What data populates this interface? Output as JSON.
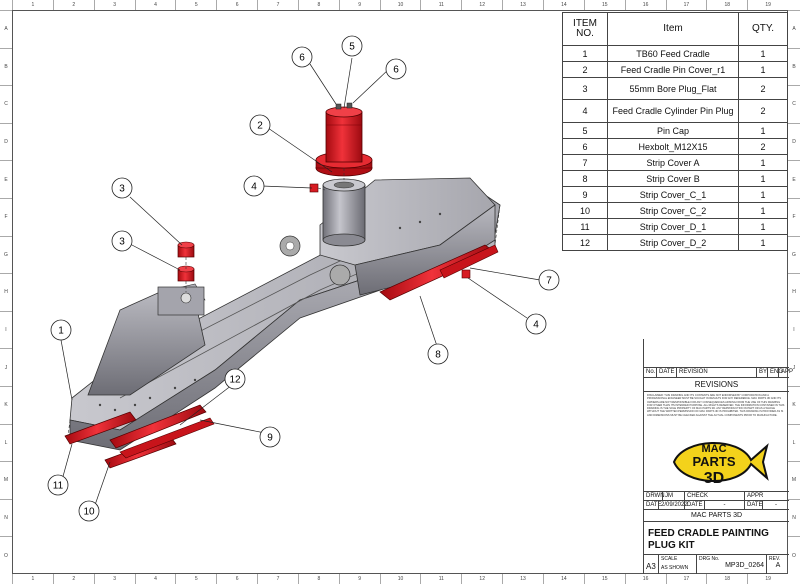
{
  "zones": {
    "columns": [
      "1",
      "2",
      "3",
      "4",
      "5",
      "6",
      "7",
      "8",
      "9",
      "10",
      "11",
      "12",
      "13",
      "14",
      "15",
      "16",
      "17",
      "18",
      "19"
    ],
    "rows": [
      "A",
      "B",
      "C",
      "D",
      "E",
      "F",
      "G",
      "H",
      "I",
      "J",
      "K",
      "L",
      "M",
      "N",
      "O"
    ]
  },
  "bom": {
    "headers": {
      "item_no": "ITEM NO.",
      "item": "Item",
      "qty": "QTY."
    },
    "rows": [
      {
        "no": "1",
        "item": "TB60 Feed Cradle",
        "qty": "1"
      },
      {
        "no": "2",
        "item": "Feed Cradle Pin Cover_r1",
        "qty": "1"
      },
      {
        "no": "3",
        "item": "55mm Bore Plug_Flat",
        "qty": "2"
      },
      {
        "no": "4",
        "item": "Feed Cradle Cylinder Pin Plug",
        "qty": "2"
      },
      {
        "no": "5",
        "item": "Pin Cap",
        "qty": "1"
      },
      {
        "no": "6",
        "item": "Hexbolt_M12X15",
        "qty": "2"
      },
      {
        "no": "7",
        "item": "Strip Cover A",
        "qty": "1"
      },
      {
        "no": "8",
        "item": "Strip Cover B",
        "qty": "1"
      },
      {
        "no": "9",
        "item": "Strip Cover_C_1",
        "qty": "1"
      },
      {
        "no": "10",
        "item": "Strip Cover_C_2",
        "qty": "1"
      },
      {
        "no": "11",
        "item": "Strip Cover_D_1",
        "qty": "1"
      },
      {
        "no": "12",
        "item": "Strip Cover_D_2",
        "qty": "1"
      }
    ]
  },
  "balloons": [
    "1",
    "2",
    "3",
    "3",
    "4",
    "4",
    "5",
    "6",
    "6",
    "7",
    "8",
    "9",
    "10",
    "11",
    "12"
  ],
  "title_block": {
    "revision_headers": {
      "no": "No.",
      "date": "DATE",
      "revision": "REVISION",
      "by": "BY",
      "eng": "ENG",
      "app": "APP"
    },
    "revisions_title": "REVISIONS",
    "notes": "DISCLAIMER: THIS DRAWING AND ITS CONTENTS ARE NOT ENDORSED BY CORPORATION AND A PROFESSIONAL ENGINEER MUST BE SOUGHT IN RESULTS FOR ANY REFERENCE. MAC PARTS 3D AND ITS OWNERS ARE NOT RESPONSIBLE FOR ANY CONSEQUENCES ARISING FROM THE USE OF THIS DRAWING FOR OTHER THAN ITS INTENDED PURPOSE. ALL RIGHTS RESERVED. THE INFORMATION CONTAINED IN THIS DRAWING IS THE SOLE PROPERTY OF MAC PARTS 3D. ANY REPRODUCTION IN PART OR AS A WHOLE WITHOUT THE WRITTEN PERMISSION OF MAC PARTS 3D IS PROHIBITED. THIS DRAWING IS PROVIDED AS IS AND DIMENSIONS MUST BE CHECKED AGAINST THE ACTUAL COMPONENTS PRIOR TO MANUFACTURE.",
    "logo_text": {
      "line1": "MAC",
      "line2": "PARTS",
      "line3": "3D"
    },
    "drwn_label": "DRWN",
    "drwn_value": "JM",
    "check_label": "CHECK",
    "appr_label": "APPR",
    "date_label": "DATE",
    "date_value": "2/09/2022",
    "date2_label": "DATE",
    "date2_value": "-",
    "date3_label": "DATE",
    "date3_value": "-",
    "company": "MAC PARTS 3D",
    "title_line1": "FEED CRADLE PAINTING",
    "title_line2": "PLUG KIT",
    "size_value": "A3",
    "scale_label": "SCALE",
    "scale_value": "AS SHOWN",
    "dwg_label": "DRG No.",
    "dwg_value": "MP3D_0264",
    "rev_label": "REV.",
    "rev_value": "A"
  },
  "colors": {
    "part_grey": "#9a9aa2",
    "paint_red": "#e8141c",
    "logo_yellow": "#f3d21b",
    "line": "#222222"
  }
}
